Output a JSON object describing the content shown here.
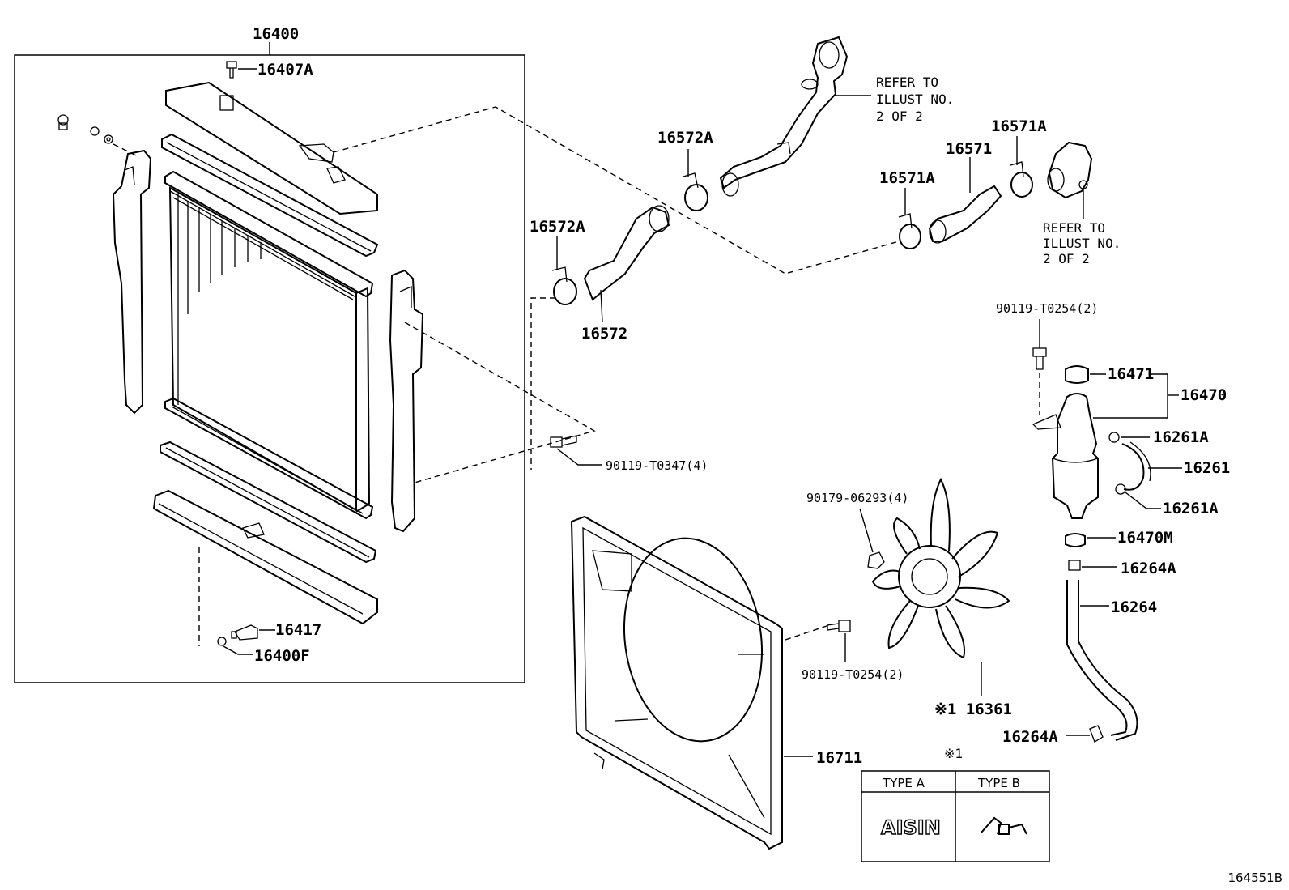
{
  "labels": {
    "p16400": "16400",
    "p16407A": "16407A",
    "p16417": "16417",
    "p16400F": "16400F",
    "p16572A_top": "16572A",
    "p16572A_left": "16572A",
    "p16572": "16572",
    "p16571A_left": "16571A",
    "p16571": "16571",
    "p16571A_right": "16571A",
    "p90119_T0254_top": "90119-T0254(2)",
    "p16471": "16471",
    "p16470": "16470",
    "p16261A_top": "16261A",
    "p16261": "16261",
    "p16261A_bottom": "16261A",
    "p16470M": "16470M",
    "p16264A_top": "16264A",
    "p16264": "16264",
    "p16264A_bottom": "16264A",
    "p90119_T0347": "90119-T0347(4)",
    "p90179_06293": "90179-06293(4)",
    "p90119_T0254_fan": "90119-T0254(2)",
    "p16361": "※1 16361",
    "p16711": "16711"
  },
  "refer_notes": {
    "top": [
      "REFER TO",
      "ILLUST NO.",
      "2 OF 2"
    ],
    "right": [
      "REFER TO",
      "ILLUST NO.",
      "2 OF 2"
    ]
  },
  "type_table": {
    "mark": "※1",
    "headers": [
      "TYPE A",
      "TYPE B"
    ],
    "type_a_logo": "AISIN",
    "type_b_icon": "hose-clamp-symbol-icon"
  },
  "figure_id": "164551B"
}
